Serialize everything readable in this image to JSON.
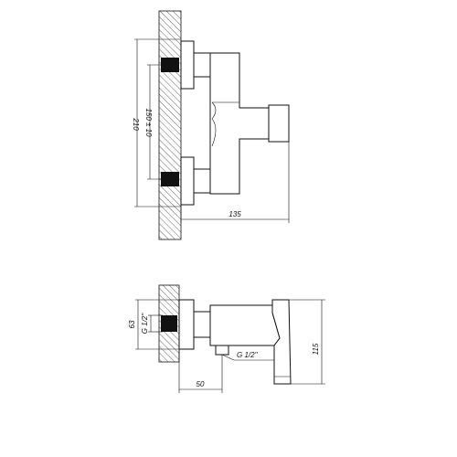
{
  "dimensions": {
    "overall_height": "210",
    "center_distance": "150 ± 10",
    "projection": "135",
    "side_height": "63",
    "inlet_thread": "G 1/2\"",
    "outlet_thread": "G 1/2\"",
    "wall_offset": "50",
    "body_height": "115"
  }
}
